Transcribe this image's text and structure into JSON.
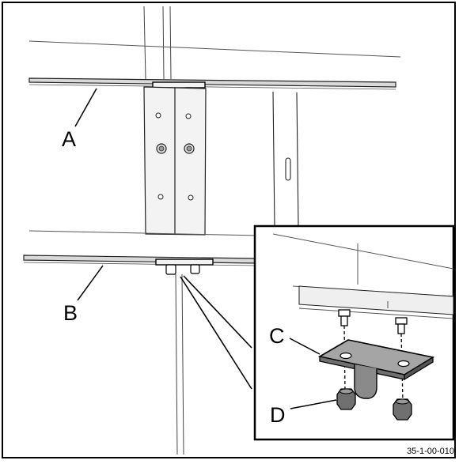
{
  "figure": {
    "callouts": {
      "a": "A",
      "b": "B",
      "c": "C",
      "d": "D"
    },
    "document_number": "35-1-00-010"
  }
}
